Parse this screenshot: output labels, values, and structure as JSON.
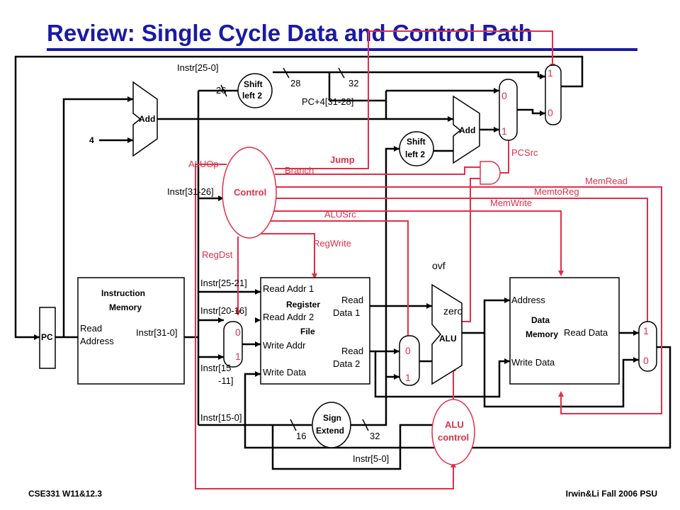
{
  "title": "Review:  Single Cycle Data and Control Path",
  "footer": {
    "left": "CSE331  W11&12.3",
    "right": "Irwin&Li Fall 2006 PSU"
  },
  "colors": {
    "title": "#1a1aa6",
    "control": "#e03048",
    "datapath": "#000000"
  },
  "blocks": {
    "pc": "PC",
    "adder_pc": "Add",
    "const_four": "4",
    "shift_jump": [
      "Shift",
      "left 2"
    ],
    "adder_branch": "Add",
    "shift_branch": [
      "Shift",
      "left 2"
    ],
    "control": "Control",
    "instr_memory": {
      "name": [
        "Instruction",
        "Memory"
      ],
      "read_address": [
        "Read",
        "Address"
      ],
      "output": "Instr[31-0]"
    },
    "register_file": {
      "name": [
        "Register",
        "File"
      ],
      "read_addr_1": "Read Addr 1",
      "read_addr_2": "Read Addr 2",
      "write_addr": "Write Addr",
      "write_data": "Write Data",
      "read_data_1": [
        "Read",
        "Data 1"
      ],
      "read_data_2": [
        "Read",
        "Data 2"
      ]
    },
    "alu": {
      "name": "ALU",
      "zero": "zero",
      "ovf": "ovf"
    },
    "alu_control": [
      "ALU",
      "control"
    ],
    "sign_extend": [
      "Sign",
      "Extend"
    ],
    "data_memory": {
      "name": [
        "Data",
        "Memory"
      ],
      "address": "Address",
      "read_data": "Read Data",
      "write_data": "Write Data"
    }
  },
  "bus_labels": {
    "instr_25_0": "Instr[25-0]",
    "width_26": "26",
    "width_28": "28",
    "width_32_top": "32",
    "pc4_31_28": "PC+4[31-28]",
    "instr_31_26": "Instr[31-26]",
    "instr_25_21": "Instr[25-21]",
    "instr_20_16": "Instr[20-16]",
    "instr_15_11": [
      "Instr[15",
      "-11]"
    ],
    "instr_15_0": "Instr[15-0]",
    "width_16": "16",
    "width_32_bottom": "32",
    "instr_5_0": "Instr[5-0]"
  },
  "control_signals": {
    "aluop": "ALUOp",
    "branch": "Branch",
    "jump": "Jump",
    "pcsrc": "PCSrc",
    "memread": "MemRead",
    "memtoreg": "MemtoReg",
    "memwrite": "MemWrite",
    "alusrc": "ALUSrc",
    "regwrite": "RegWrite",
    "regdst": "RegDst"
  },
  "mux_inputs": {
    "regdst": [
      "0",
      "1"
    ],
    "alusrc": [
      "0",
      "1"
    ],
    "branch": [
      "0",
      "1"
    ],
    "jump": [
      "1",
      "0"
    ],
    "memtoreg": [
      "1",
      "0"
    ]
  }
}
